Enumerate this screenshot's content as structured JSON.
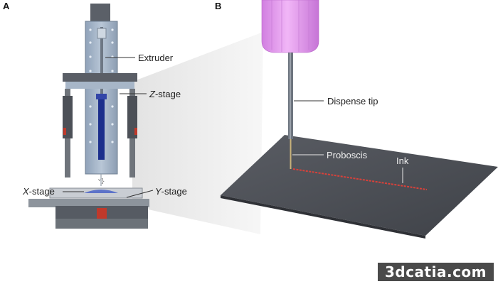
{
  "panels": {
    "a": "A",
    "b": "B"
  },
  "labels": {
    "extruder": "Extruder",
    "z_stage_italic": "Z",
    "z_stage_rest": "-stage",
    "x_stage_italic": "X",
    "x_stage_rest": "-stage",
    "y_stage_italic": "Y",
    "y_stage_rest": "-stage",
    "dispense_tip": "Dispense tip",
    "proboscis": "Proboscis",
    "ink": "Ink"
  },
  "watermark": "3dcatia.com",
  "colors": {
    "syringe": "#e99ff2",
    "plate": "#4f5259",
    "ink_line": "#d8413a",
    "frame": "#9fb1c6",
    "dark_metal": "#4a4d52"
  }
}
